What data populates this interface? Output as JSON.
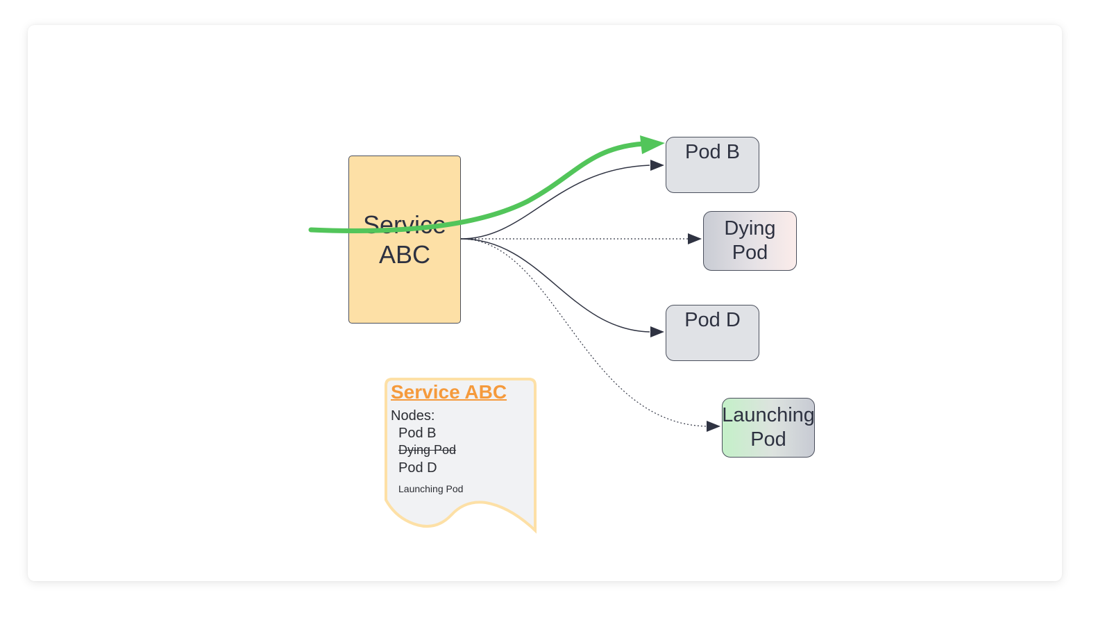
{
  "service": {
    "label": "Service\nABC"
  },
  "pods": {
    "pod_b": "Pod B",
    "dying": "Dying\nPod",
    "pod_d": "Pod D",
    "launching": "Launching\nPod"
  },
  "doc": {
    "title": "Service ABC",
    "nodes_label": "Nodes:",
    "items": [
      "Pod B",
      "Dying Pod",
      "Pod D",
      "Launching Pod"
    ]
  },
  "colors": {
    "service_fill": "#fde0a6",
    "pod_fill": "#e0e2e6",
    "traffic_arrow": "#52c55a",
    "doc_border": "#fde0a6",
    "doc_title": "#f59a3c",
    "connector": "#2f3342"
  }
}
